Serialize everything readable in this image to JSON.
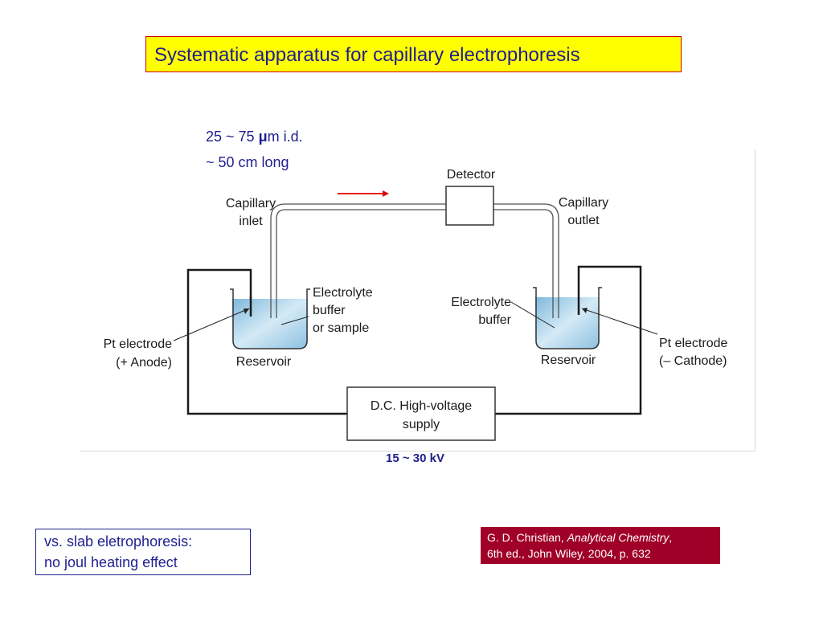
{
  "title": "Systematic apparatus for capillary electrophoresis",
  "capillary_spec": {
    "diameter": {
      "prefix": "25 ~ 75 ",
      "unit_bold": "μ",
      "suffix": "m i.d."
    },
    "length": "~ 50 cm long"
  },
  "diagram": {
    "detector": "Detector",
    "capillary_inlet": [
      "Capillary",
      "inlet"
    ],
    "capillary_outlet": [
      "Capillary",
      "outlet"
    ],
    "left_buffer": [
      "Electrolyte",
      "buffer",
      "or sample"
    ],
    "right_buffer": [
      "Electrolyte",
      "buffer"
    ],
    "left_electrode": [
      "Pt electrode",
      "(+ Anode)"
    ],
    "right_electrode": [
      "Pt electrode",
      "(– Cathode)"
    ],
    "left_reservoir": "Reservoir",
    "right_reservoir": "Reservoir",
    "power_supply": [
      "D.C. High-voltage",
      "supply"
    ]
  },
  "voltage": "15 ~ 30 kV",
  "note": [
    "vs. slab eletrophoresis:",
    "no joul heating effect"
  ],
  "citation": {
    "author": "G. D. Christian, ",
    "book": "Analytical Chemistry",
    "comma": ",",
    "details": "6th ed., John Wiley, 2004, p. 632"
  },
  "colors": {
    "title_bg": "#ffff00",
    "title_border": "#cc0000",
    "text_blue": "#1f1f8f",
    "flow_arrow": "#e00000",
    "citation_bg": "#a00028",
    "liquid": "#a9d2ea"
  },
  "icons": {
    "flow_direction": "arrow-right-icon"
  }
}
